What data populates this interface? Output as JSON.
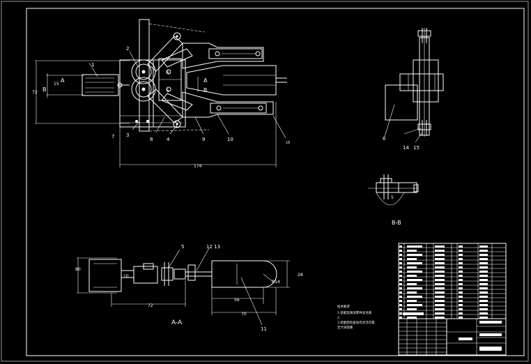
{
  "drawing": {
    "main_view": {
      "callouts": [
        "1",
        "2",
        "3",
        "4",
        "5",
        "6",
        "7",
        "8",
        "9",
        "10",
        "16"
      ],
      "section_marks": [
        "A",
        "A",
        "B",
        "B"
      ],
      "dims": [
        "72",
        "15",
        "174"
      ]
    },
    "bb_view": {
      "callouts": [
        "6",
        "14",
        "15",
        "5"
      ],
      "title": "B-B"
    },
    "aa_view": {
      "callouts": [
        "5",
        "12 13",
        "11"
      ],
      "dims": [
        "80",
        "10",
        "72",
        "28",
        "R14",
        "56",
        "70"
      ],
      "title": "A-A"
    },
    "notes": {
      "heading": "技术要求",
      "line1": "1.装配前清洗零件去毛刺",
      "line2": "2.",
      "line3": "3.装配后检查动作灵活可靠",
      "line4": "无卡滞现象"
    }
  },
  "colors": {
    "background": "#000000",
    "lines": "#ffffff"
  }
}
